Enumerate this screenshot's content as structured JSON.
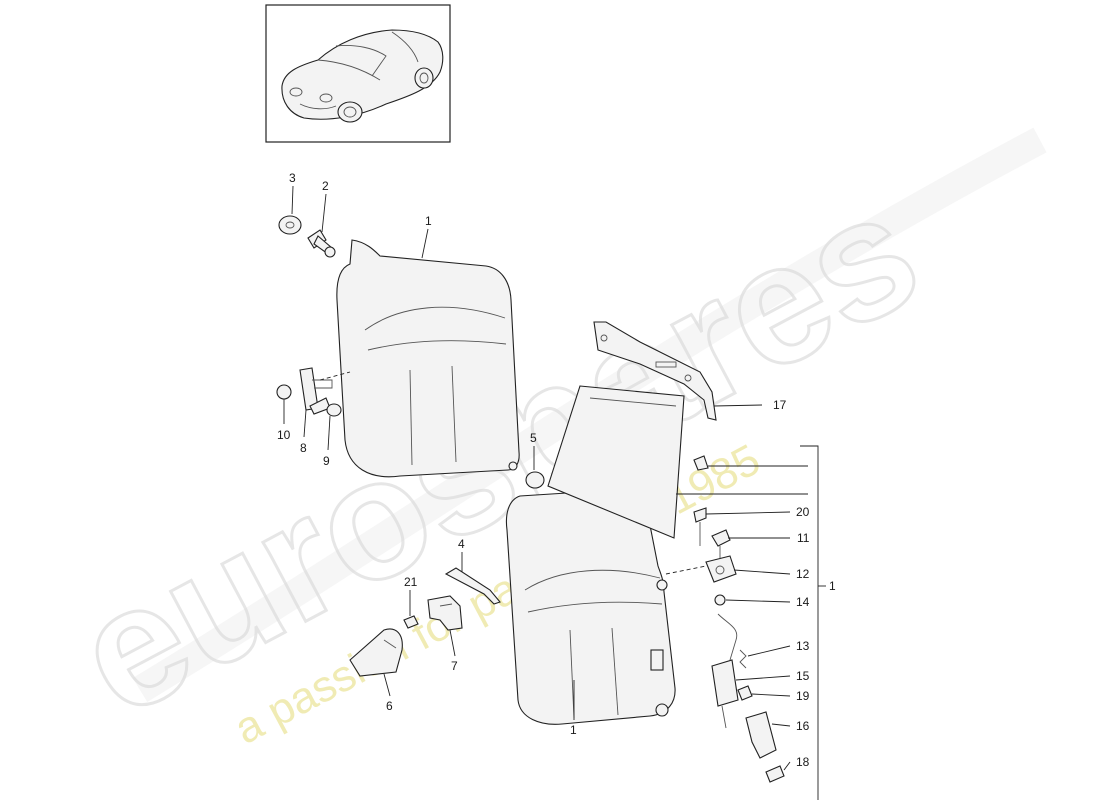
{
  "watermark": {
    "brand": "eurospares",
    "tagline": "a passion for parts since 1985",
    "brand_color": "#d6d6d6",
    "tagline_color": "#efe9a0"
  },
  "thumbnail": {
    "icon": "car-coupe-icon"
  },
  "callouts": [
    {
      "id": "1",
      "label": "1"
    },
    {
      "id": "2",
      "label": "2"
    },
    {
      "id": "3",
      "label": "3"
    },
    {
      "id": "4",
      "label": "4"
    },
    {
      "id": "5",
      "label": "5"
    },
    {
      "id": "6",
      "label": "6"
    },
    {
      "id": "7",
      "label": "7"
    },
    {
      "id": "8",
      "label": "8"
    },
    {
      "id": "9",
      "label": "9"
    },
    {
      "id": "10",
      "label": "10"
    },
    {
      "id": "11",
      "label": "11"
    },
    {
      "id": "12",
      "label": "12"
    },
    {
      "id": "13",
      "label": "13"
    },
    {
      "id": "14",
      "label": "14"
    },
    {
      "id": "15",
      "label": "15"
    },
    {
      "id": "16",
      "label": "16"
    },
    {
      "id": "17",
      "label": "17"
    },
    {
      "id": "18",
      "label": "18"
    },
    {
      "id": "19",
      "label": "19"
    },
    {
      "id": "20",
      "label": "20"
    },
    {
      "id": "21",
      "label": "21"
    }
  ]
}
